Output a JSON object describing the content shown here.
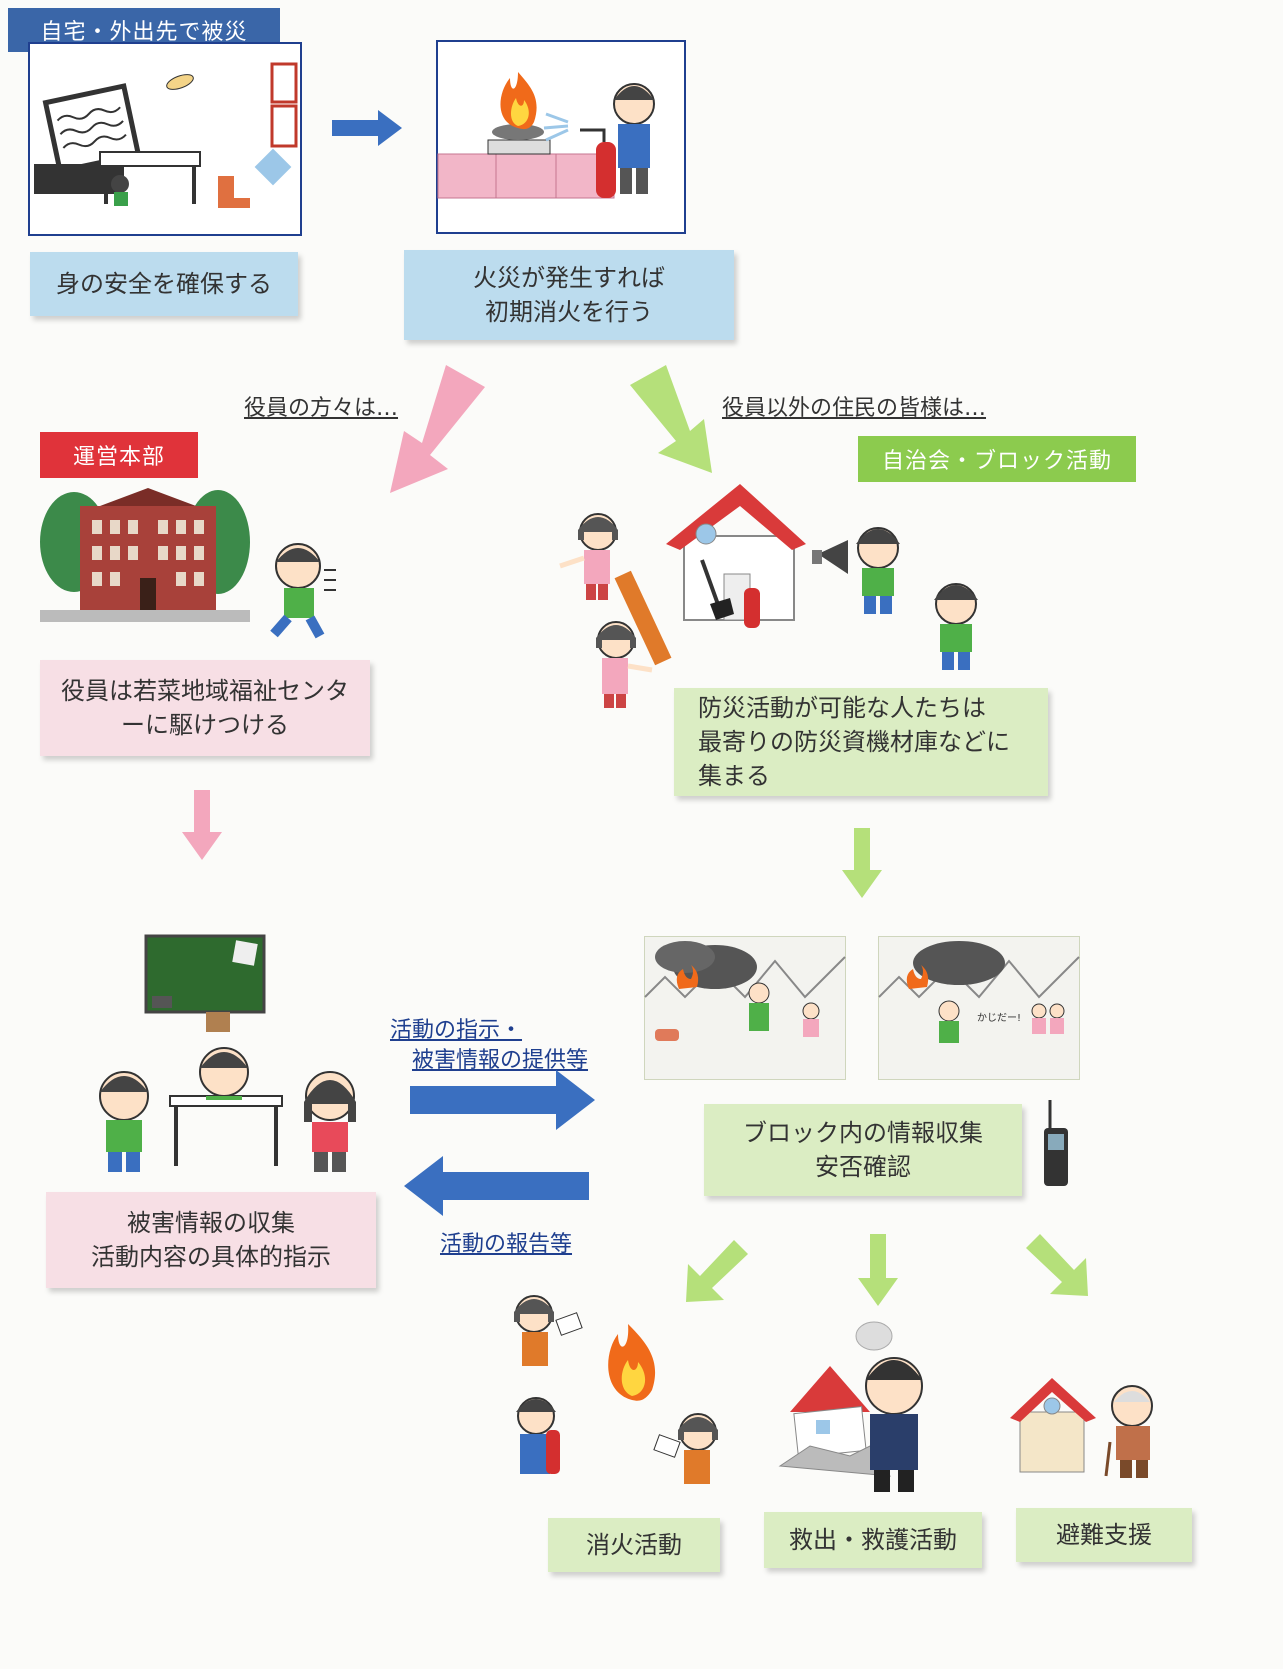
{
  "tags": {
    "home_disaster": "自宅・外出先で被災",
    "hq": "運営本部",
    "block": "自治会・ブロック活動"
  },
  "boxes": {
    "safety": "身の安全を確保する",
    "initial_fire": "火災が発生すれば\n初期消火を行う",
    "officers_go": "役員は若菜地域福祉センタ\nーに駆けつける",
    "gather": "防災活動が可能な人たちは\n最寄りの防災資機材庫などに\n集まる",
    "collect": "被害情報の収集\n活動内容の具体的指示",
    "block_info": "ブロック内の情報収集\n安否確認",
    "firefighting": "消火活動",
    "rescue": "救出・救護活動",
    "evacuation": "避難支援"
  },
  "labels": {
    "officers": "役員の方々は…",
    "residents": "役員以外の住民の皆様は…",
    "instruct_1": "活動の指示・",
    "instruct_2": "被害情報の提供等",
    "report": "活動の報告等",
    "shout": "かじだー!"
  },
  "colors": {
    "blue_tag": "#3a66a8",
    "red_tag": "#e0333a",
    "green_tag": "#8ccb4e",
    "blue_arrow": "#3a6fc0",
    "pink_arrow": "#f3a7bd",
    "green_arrow": "#b5e07a"
  },
  "icons": [
    "tv-icon",
    "table-icon",
    "fire-icon",
    "extinguisher-icon",
    "building-icon",
    "person-icon",
    "house-icon",
    "megaphone-icon",
    "stretcher-icon",
    "shovel-icon",
    "blackboard-icon",
    "smoke-icon",
    "radio-icon",
    "collapsed-house-icon",
    "elderly-icon"
  ]
}
